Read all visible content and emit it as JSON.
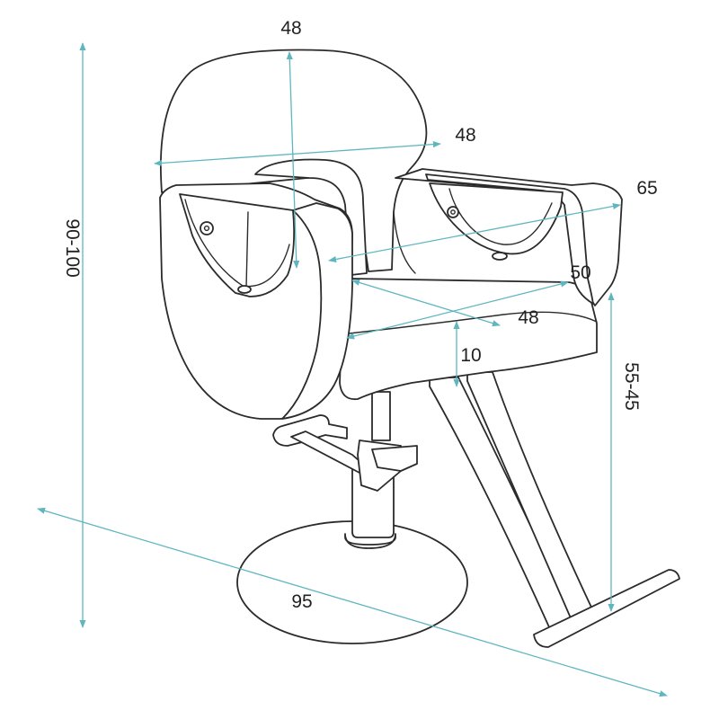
{
  "colors": {
    "dimension_line": "#5fb6bf",
    "outline": "#2b2b2b",
    "fill": "#ffffff"
  },
  "dimensions": {
    "backrest_height": "48",
    "backrest_width": "48",
    "overall_width": "65",
    "seat_depth": "50",
    "seat_width": "48",
    "seat_thickness": "10",
    "seat_height": "55-45",
    "total_height": "90-100",
    "base_diagonal": "95"
  }
}
